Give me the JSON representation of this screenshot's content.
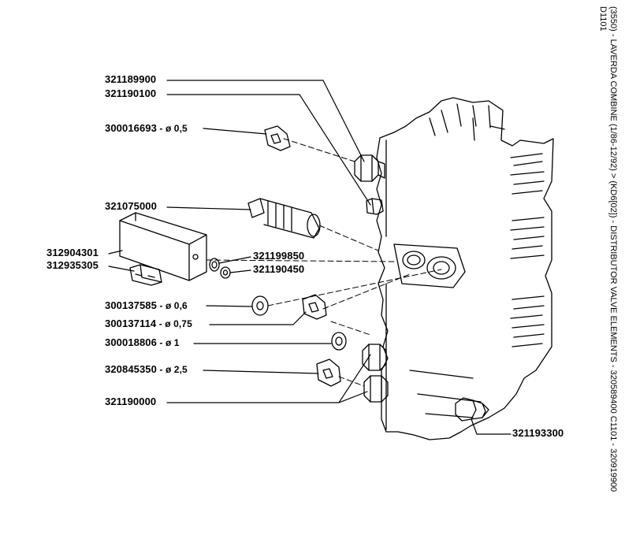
{
  "title": {
    "line1": "(3550) - LAVERDA COMBINE (1/86-12/92) > (KD6[02]) - DISTRIBUTOR VALVE ELEMENTS - 320589400 C1101 - 320919900",
    "line2": "D1101"
  },
  "parts": [
    {
      "code": "321189900",
      "suffix": ""
    },
    {
      "code": "321190100",
      "suffix": ""
    },
    {
      "code": "300016693",
      "suffix": " - ø 0,5"
    },
    {
      "code": "321075000",
      "suffix": ""
    },
    {
      "code": "312904301",
      "suffix": ""
    },
    {
      "code": "312935305",
      "suffix": ""
    },
    {
      "code": "321199850",
      "suffix": ""
    },
    {
      "code": "321190450",
      "suffix": ""
    },
    {
      "code": "300137585",
      "suffix": " - ø 0,6"
    },
    {
      "code": "300137114",
      "suffix": " - ø 0,75"
    },
    {
      "code": "300018806",
      "suffix": " - ø 1"
    },
    {
      "code": "320845350",
      "suffix": " - ø 2,5"
    },
    {
      "code": "321190000",
      "suffix": ""
    },
    {
      "code": "321193300",
      "suffix": ""
    }
  ]
}
